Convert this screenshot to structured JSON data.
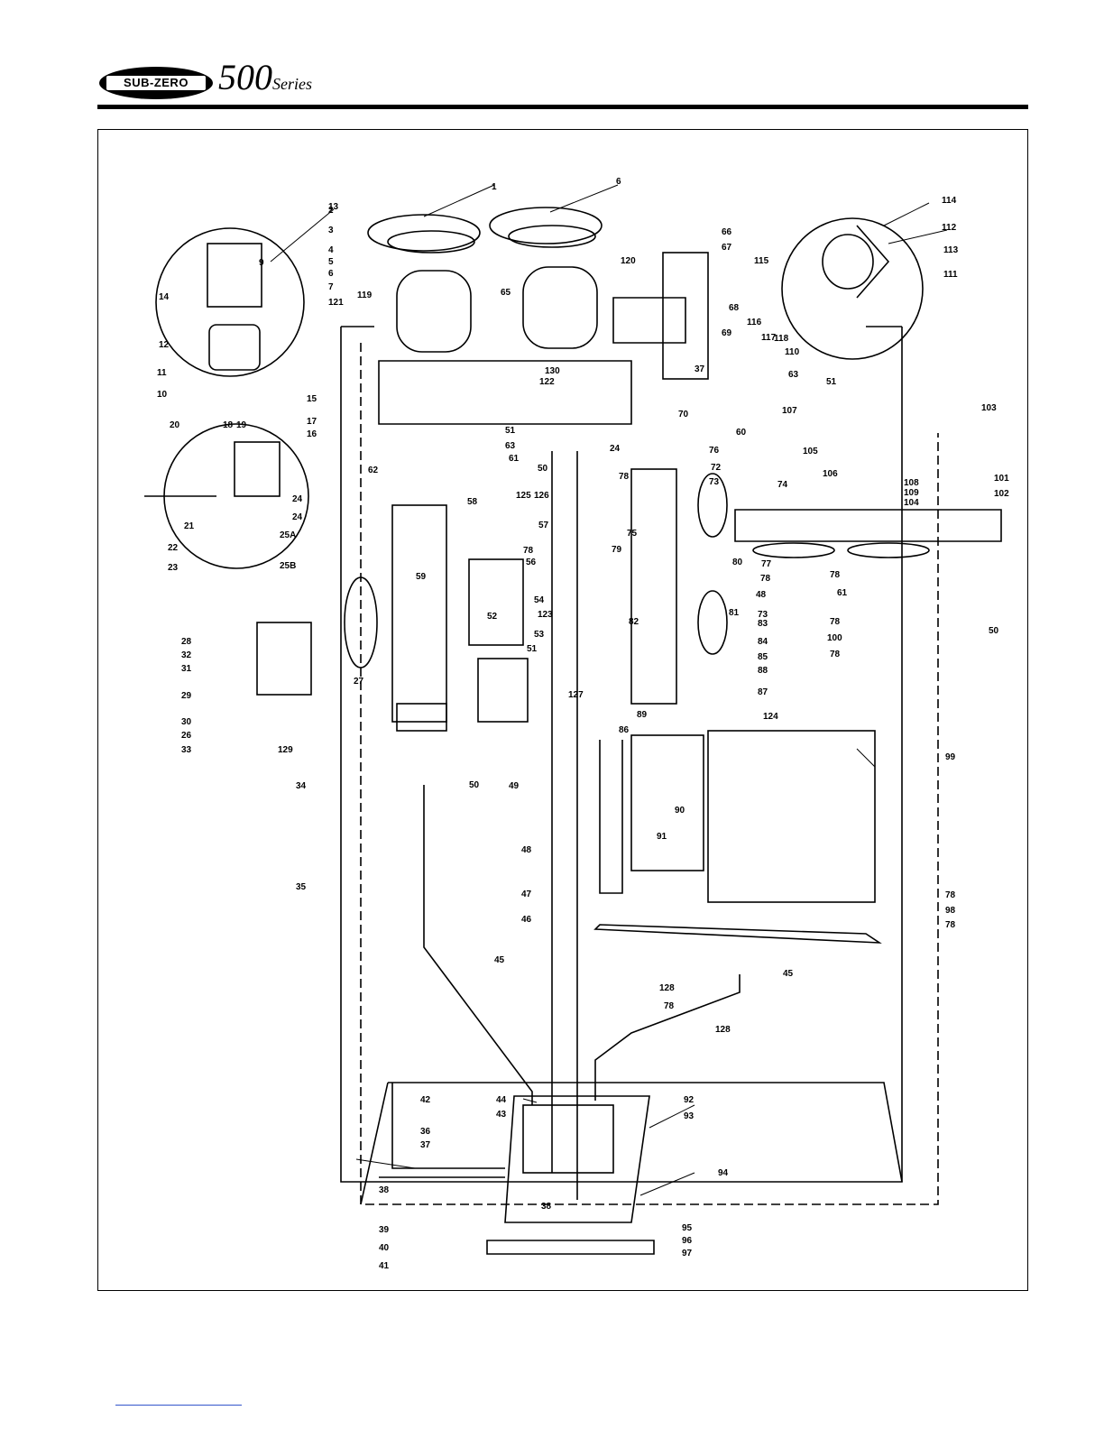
{
  "header": {
    "brand": "SUB-ZERO",
    "series": "500",
    "series_word": "Series"
  },
  "diagram": {
    "part_labels": [
      "1",
      "6",
      "2",
      "3",
      "4",
      "5",
      "6",
      "7",
      "9",
      "10",
      "11",
      "12",
      "13",
      "14",
      "15",
      "16",
      "17",
      "18",
      "19",
      "20",
      "21",
      "22",
      "23",
      "24",
      "24",
      "24",
      "25A",
      "25B",
      "26",
      "27",
      "28",
      "29",
      "30",
      "31",
      "32",
      "33",
      "34",
      "35",
      "36",
      "37",
      "37",
      "38",
      "38",
      "39",
      "40",
      "41",
      "42",
      "43",
      "44",
      "45",
      "45",
      "46",
      "47",
      "48",
      "48",
      "49",
      "50",
      "50",
      "50",
      "51",
      "51",
      "51",
      "52",
      "53",
      "54",
      "56",
      "57",
      "58",
      "59",
      "60",
      "61",
      "61",
      "62",
      "63",
      "63",
      "65",
      "66",
      "67",
      "68",
      "69",
      "70",
      "72",
      "73",
      "73",
      "74",
      "75",
      "76",
      "77",
      "78",
      "78",
      "78",
      "78",
      "78",
      "78",
      "78",
      "78",
      "78",
      "79",
      "80",
      "81",
      "82",
      "83",
      "84",
      "85",
      "86",
      "87",
      "88",
      "89",
      "90",
      "91",
      "92",
      "93",
      "94",
      "95",
      "96",
      "97",
      "98",
      "99",
      "100",
      "101",
      "102",
      "103",
      "104",
      "105",
      "106",
      "107",
      "108",
      "109",
      "110",
      "111",
      "112",
      "113",
      "114",
      "115",
      "116",
      "117",
      "118",
      "119",
      "120",
      "121",
      "122",
      "123",
      "124",
      "125",
      "126",
      "127",
      "128",
      "128",
      "129",
      "130"
    ]
  }
}
